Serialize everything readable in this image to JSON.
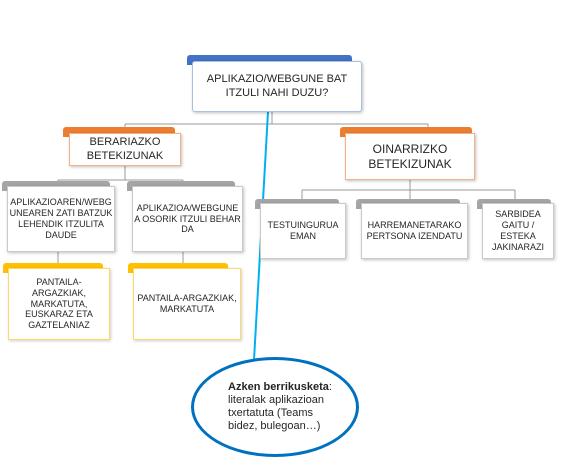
{
  "root": {
    "text": "APLIKAZIO/WEBGUNE BAT\nITZULI NAHI DUZU?"
  },
  "left": {
    "title": "BERARIAZKO\nBETEKIZUNAK",
    "children": [
      {
        "text": "APLIKAZIOAREN/WEBG\nUNEAREN ZATI BATZUK\nLEHENDIK ITZULITA\nDAUDE"
      },
      {
        "text": "APLIKAZIOA/WEBGUNE\nA OSORIK ITZULI BEHAR\nDA"
      }
    ],
    "leaves": [
      {
        "text": "PANTAILA-\nARGAZKIAK,\nMARKATUTA,\nEUSKARAZ ETA\nGAZTELANIAZ"
      },
      {
        "text": "PANTAILA-ARGAZKIAK,\nMARKATUTA"
      }
    ]
  },
  "right": {
    "title": "OINARRIZKO\nBETEKIZUNAK",
    "children": [
      {
        "text": "TESTUINGURUA\nEMAN"
      },
      {
        "text": "HARREMANETARAKO\nPERTSONA IZENDATU"
      },
      {
        "text": "SARBIDEA\nGAITU /\nESTEKA\nJAKINARAZI"
      }
    ]
  },
  "callout": {
    "bold": "Azken berrikusketa",
    "rest": ":\nliteralak aplikazioan\ntxertatuta (Teams\nbidez, bulegoan…)"
  },
  "colors": {
    "blue_accent": "#4472c4",
    "orange_accent": "#ed7d31",
    "gray_accent": "#a5a5a5",
    "yellow_accent": "#ffc000",
    "callout_border": "#0070c0",
    "text": "#262626"
  }
}
